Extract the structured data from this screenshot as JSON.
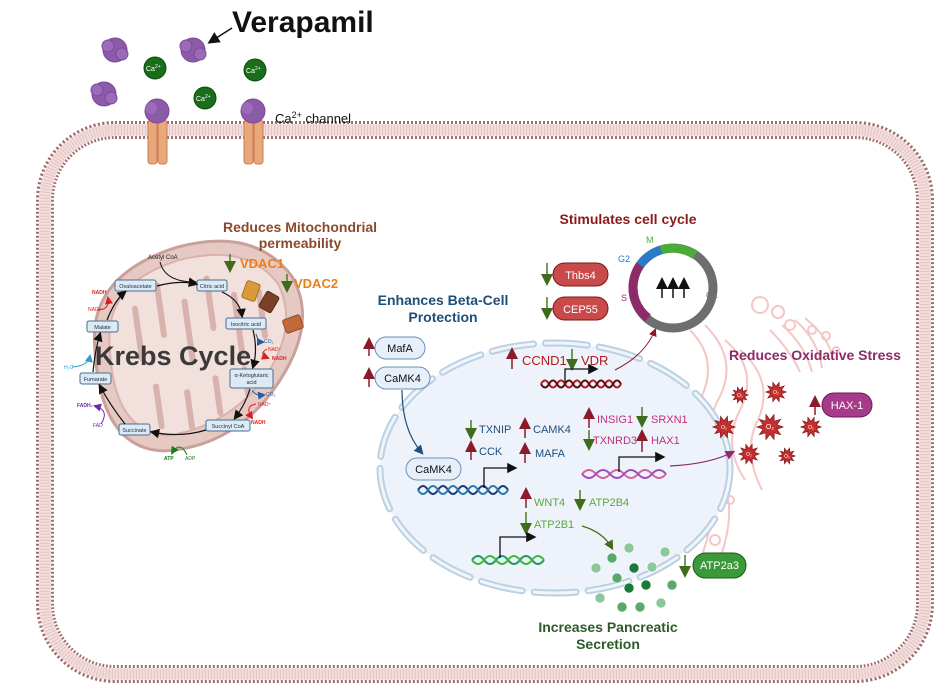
{
  "drug": {
    "name": "Verapamil"
  },
  "ion": {
    "label": "Ca",
    "superscript": "2+"
  },
  "channel": {
    "label_base": "Ca",
    "label_sup": "2+",
    "label_rest": " channel"
  },
  "mitochondria": {
    "title_line1": "Reduces Mitochondrial",
    "title_line2": "permeability",
    "cycle_title": "Krebs Cycle",
    "regulated": [
      {
        "name": "VDAC1",
        "direction": "down"
      },
      {
        "name": "VDAC2",
        "direction": "down"
      }
    ],
    "metabolites": {
      "acetyl_coa": "Acetyl CoA",
      "oxaloacetate": "Oxaloacetate",
      "citric_acid": "Citric acid",
      "isocitric_acid": "Isocitric acid",
      "akg_line1": "α-Ketoglutaric",
      "akg_line2": "acid",
      "succinyl_coa": "Succinyl CoA",
      "succinate": "Succinate",
      "fumarate": "Fumarate",
      "malate": "Malate"
    },
    "cofactors": {
      "nadh": "NADH",
      "nad": "NAD⁺",
      "co2": "CO₂",
      "h2o": "H₂O",
      "fadh2": "FADH₂",
      "fad": "FAD",
      "atp": "ATP",
      "adp": "ADP"
    }
  },
  "beta_cell": {
    "title_line1": "Enhances Beta-Cell",
    "title_line2": "Protection",
    "proteins": [
      {
        "name": "MafA",
        "direction": "up"
      },
      {
        "name": "CaMK4",
        "direction": "up"
      }
    ],
    "nuclear_camk4": "CaMK4",
    "genes": [
      {
        "name": "TXNIP",
        "direction": "down"
      },
      {
        "name": "CAMK4",
        "direction": "up"
      },
      {
        "name": "CCK",
        "direction": "up"
      },
      {
        "name": "MAFA",
        "direction": "up"
      }
    ]
  },
  "cell_cycle": {
    "title": "Stimulates cell cycle",
    "phases": [
      "M",
      "G2",
      "S",
      "G1"
    ],
    "markers": [
      {
        "name": "Thbs4",
        "direction": "down"
      },
      {
        "name": "CEP55",
        "direction": "down"
      }
    ],
    "genes": [
      {
        "name": "CCND1",
        "direction": "up"
      },
      {
        "name": "VDR",
        "direction": "down"
      }
    ]
  },
  "oxidative": {
    "title": "Reduces Oxidative Stress",
    "genes": [
      {
        "name": "INSIG1",
        "direction": "up"
      },
      {
        "name": "SRXN1",
        "direction": "down"
      },
      {
        "name": "TXNRD3",
        "direction": "down"
      },
      {
        "name": "HAX1",
        "direction": "up"
      }
    ],
    "protein": {
      "name": "HAX-1",
      "direction": "up"
    },
    "ros_label": "O₂"
  },
  "secretion": {
    "title_line1": "Increases Pancreatic",
    "title_line2": "Secretion",
    "genes": [
      {
        "name": "WNT4",
        "direction": "up"
      },
      {
        "name": "ATP2B4",
        "direction": "down"
      },
      {
        "name": "ATP2B1",
        "direction": "down"
      }
    ],
    "protein": {
      "name": "ATP2a3",
      "direction": "down"
    }
  },
  "colors": {
    "up": "#8b1a2b",
    "down": "#4f7a1f",
    "mito_title": "#8b4a2b",
    "vdac": "#f07d14",
    "beta_title": "#1f4e79",
    "cycle_title": "#8b1a1a",
    "oxidative_title": "#8e2a6a",
    "secretion_title": "#2e5a2a",
    "membrane": "#a46d6d"
  }
}
